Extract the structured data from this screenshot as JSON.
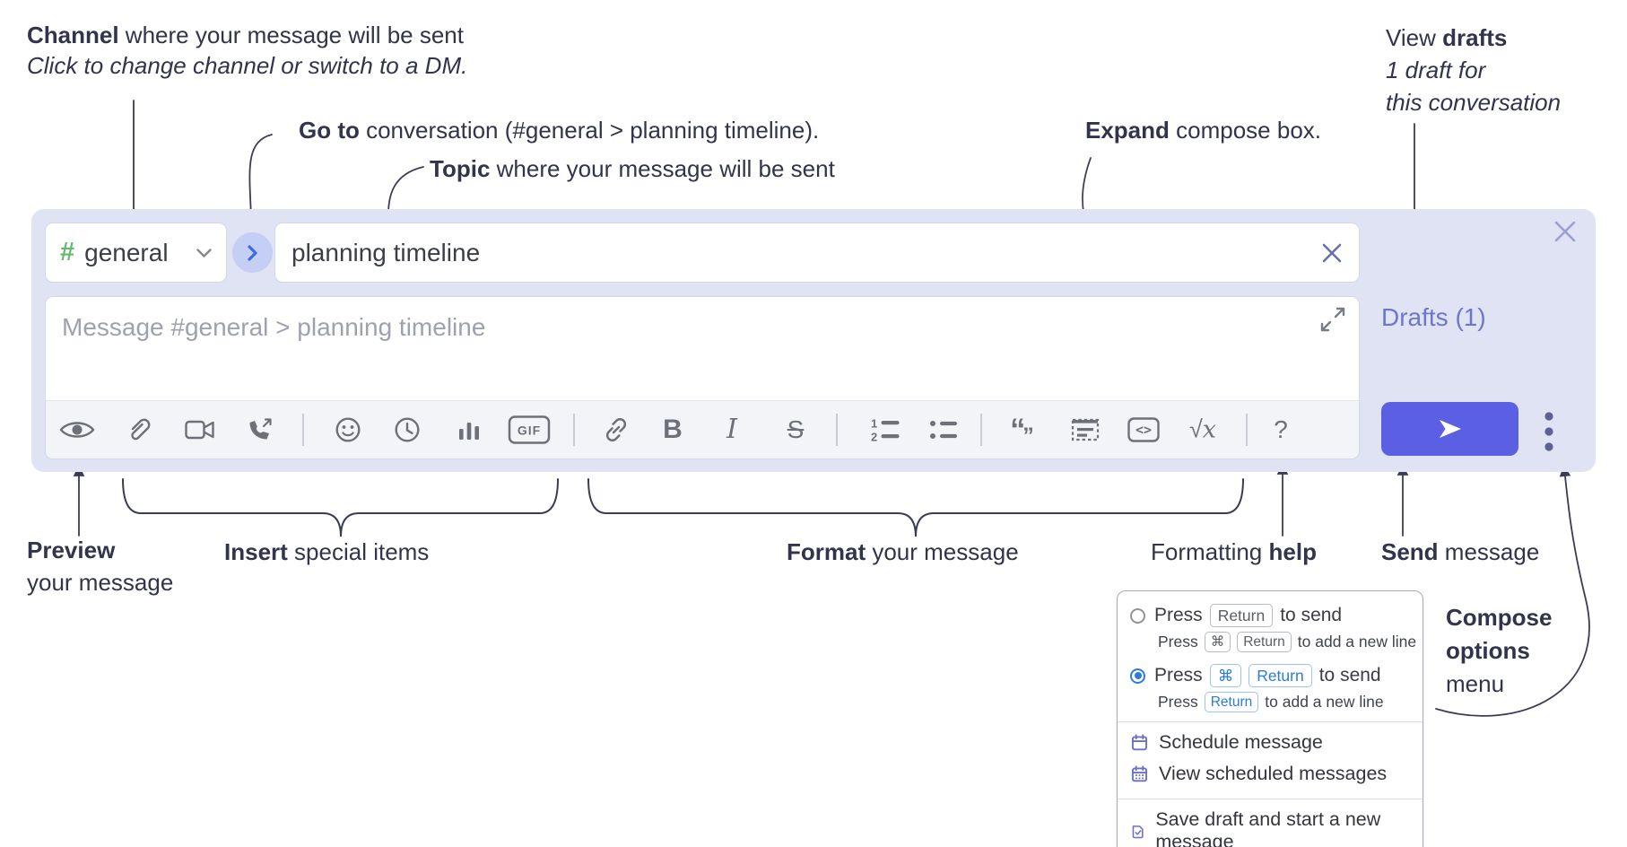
{
  "annotations": {
    "channel_bold": "Channel",
    "channel_rest": " where your message will be sent",
    "channel_line2": "Click to change channel or switch to a DM.",
    "goto_bold": "Go to",
    "goto_rest": " conversation (#general > planning timeline).",
    "topic_bold": "Topic",
    "topic_rest": " where your message will be sent",
    "expand_bold": "Expand",
    "expand_rest": " compose box.",
    "view_drafts_pre": "View ",
    "view_drafts_bold": "drafts",
    "view_drafts_line2": "1 draft for",
    "view_drafts_line3": "this conversation",
    "preview_bold": "Preview",
    "preview_line2": "your message",
    "insert_bold": "Insert",
    "insert_rest": " special items",
    "format_bold": "Format",
    "format_rest": " your message",
    "help_pre": "Formatting ",
    "help_bold": "help",
    "send_bold": "Send",
    "send_rest": " message",
    "compose_options_line1": "Compose",
    "compose_options_line2": "options",
    "compose_options_line3": "menu"
  },
  "compose": {
    "hash_glyph": "#",
    "channel_name": "general",
    "topic_value": "planning timeline",
    "message_placeholder": "Message #general > planning timeline",
    "drafts_link": "Drafts (1)"
  },
  "toolbar": {
    "icons": [
      "preview",
      "attach-file",
      "video-call",
      "voice-call",
      "emoji",
      "time",
      "poll",
      "gif",
      "link",
      "bold",
      "italic",
      "strikethrough",
      "numbered-list",
      "bulleted-list",
      "quote",
      "spoiler",
      "code",
      "math",
      "help"
    ],
    "gif_label": "GIF",
    "bold_label": "B",
    "italic_label": "I",
    "strike_label": "S",
    "ordered_list_1": "1",
    "ordered_list_2": "2",
    "quote_open": "“",
    "quote_close": "”",
    "code_label": "<>",
    "math_root": "√",
    "math_var": "x",
    "help_label": "?"
  },
  "popup": {
    "opt1_pre": "Press",
    "opt1_key": "Return",
    "opt1_post": "to send",
    "opt1_sub_pre": "Press",
    "opt1_sub_key1": "⌘",
    "opt1_sub_key2": "Return",
    "opt1_sub_post": "to add a new line",
    "opt2_pre": "Press",
    "opt2_key1": "⌘",
    "opt2_key2": "Return",
    "opt2_post": "to send",
    "opt2_sub_pre": "Press",
    "opt2_sub_key": "Return",
    "opt2_sub_post": "to add a new line",
    "item_schedule": "Schedule message",
    "item_view_scheduled": "View scheduled messages",
    "item_save_draft": "Save draft and start a new message"
  },
  "colors": {
    "accent_send_button": "#5a5fe3",
    "compose_background": "#e0e3f3",
    "drafts_link": "#6d76c9",
    "radio_selected": "#2b7cdc",
    "channel_hash_green": "#61ba70",
    "keycap_blue": "#2a7ce0"
  }
}
